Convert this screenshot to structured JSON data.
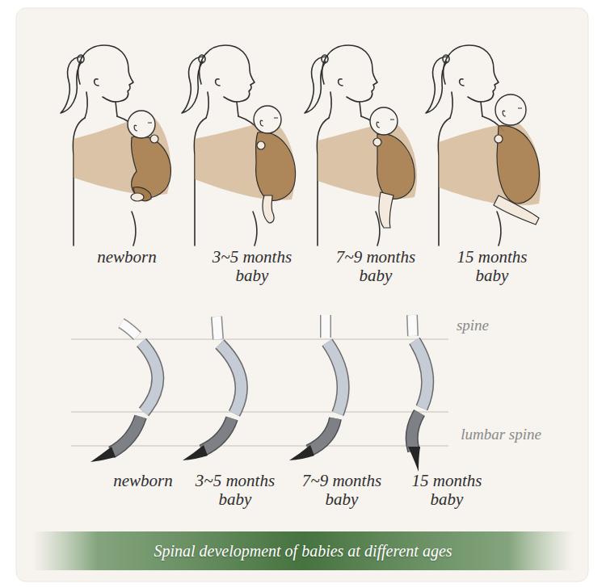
{
  "diagram": {
    "caption": "Spinal development of babies at different ages",
    "labels": [
      "newborn",
      "3~5 months baby",
      "7~9 months baby",
      "15 months baby",
      "spine",
      "lumbar spine",
      "newborn",
      "3~5 months baby",
      "7~9 months baby",
      "15 months baby"
    ]
  }
}
